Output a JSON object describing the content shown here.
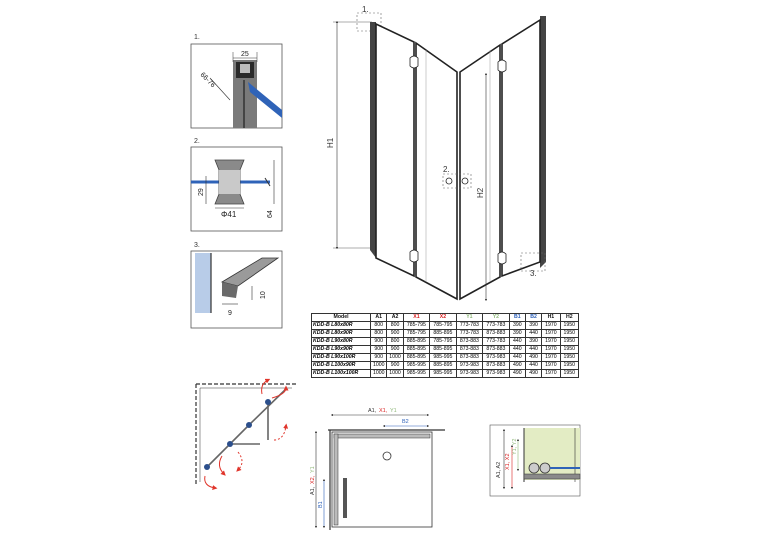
{
  "callouts": {
    "d1_number": "1.",
    "d1_top": "25",
    "d1_side": "66-76",
    "d2_number": "2.",
    "d2_left": "29",
    "d2_dia": "Φ41",
    "d2_right": "64",
    "d3_number": "3.",
    "d3_right": "10",
    "d3_bottom": "9"
  },
  "main_view": {
    "marker_1": "1.",
    "marker_2": "2.",
    "marker_3": "3.",
    "h1_label": "H1",
    "h2_label": "H2"
  },
  "table": {
    "headers": [
      "Model",
      "A1",
      "A2",
      "X1",
      "X2",
      "Y1",
      "Y2",
      "B1",
      "B2",
      "H1",
      "H2"
    ],
    "rows": [
      [
        "KDD-B L80x80R",
        "800",
        "800",
        "785-795",
        "785-795",
        "773-783",
        "773-783",
        "390",
        "390",
        "1970",
        "1950"
      ],
      [
        "KDD-B L80x90R",
        "800",
        "900",
        "785-795",
        "885-895",
        "773-783",
        "873-883",
        "390",
        "440",
        "1970",
        "1950"
      ],
      [
        "KDD-B L90x80R",
        "900",
        "800",
        "885-895",
        "785-795",
        "873-883",
        "773-783",
        "440",
        "390",
        "1970",
        "1950"
      ],
      [
        "KDD-B L90x90R",
        "900",
        "900",
        "885-895",
        "885-895",
        "873-883",
        "873-883",
        "440",
        "440",
        "1970",
        "1950"
      ],
      [
        "KDD-B L90x100R",
        "900",
        "1000",
        "885-895",
        "985-995",
        "873-883",
        "973-983",
        "440",
        "490",
        "1970",
        "1950"
      ],
      [
        "KDD-B L100x90R",
        "1000",
        "900",
        "985-995",
        "885-895",
        "973-983",
        "873-883",
        "490",
        "440",
        "1970",
        "1950"
      ],
      [
        "KDD-B L100x100R",
        "1000",
        "1000",
        "985-995",
        "985-995",
        "973-983",
        "973-983",
        "490",
        "490",
        "1970",
        "1950"
      ]
    ]
  },
  "plan_view": {
    "top_a": "A1,",
    "top_x": "X1,",
    "top_y": "Y1",
    "b2_label": "B2",
    "left_a": "A1,",
    "left_x": "X2,",
    "left_y": "Y1",
    "b1_label": "B1"
  },
  "side_view": {
    "a_label": "A1, A2",
    "x_label": "X1, X2",
    "y_label": "Y1, Y2"
  },
  "colors": {
    "x_red": "#d81e1e",
    "y_green": "#8fb87a",
    "b_blue": "#2b5fb8",
    "wall_fill": "#e3ecc4",
    "glass_blue": "#2f63b8"
  }
}
